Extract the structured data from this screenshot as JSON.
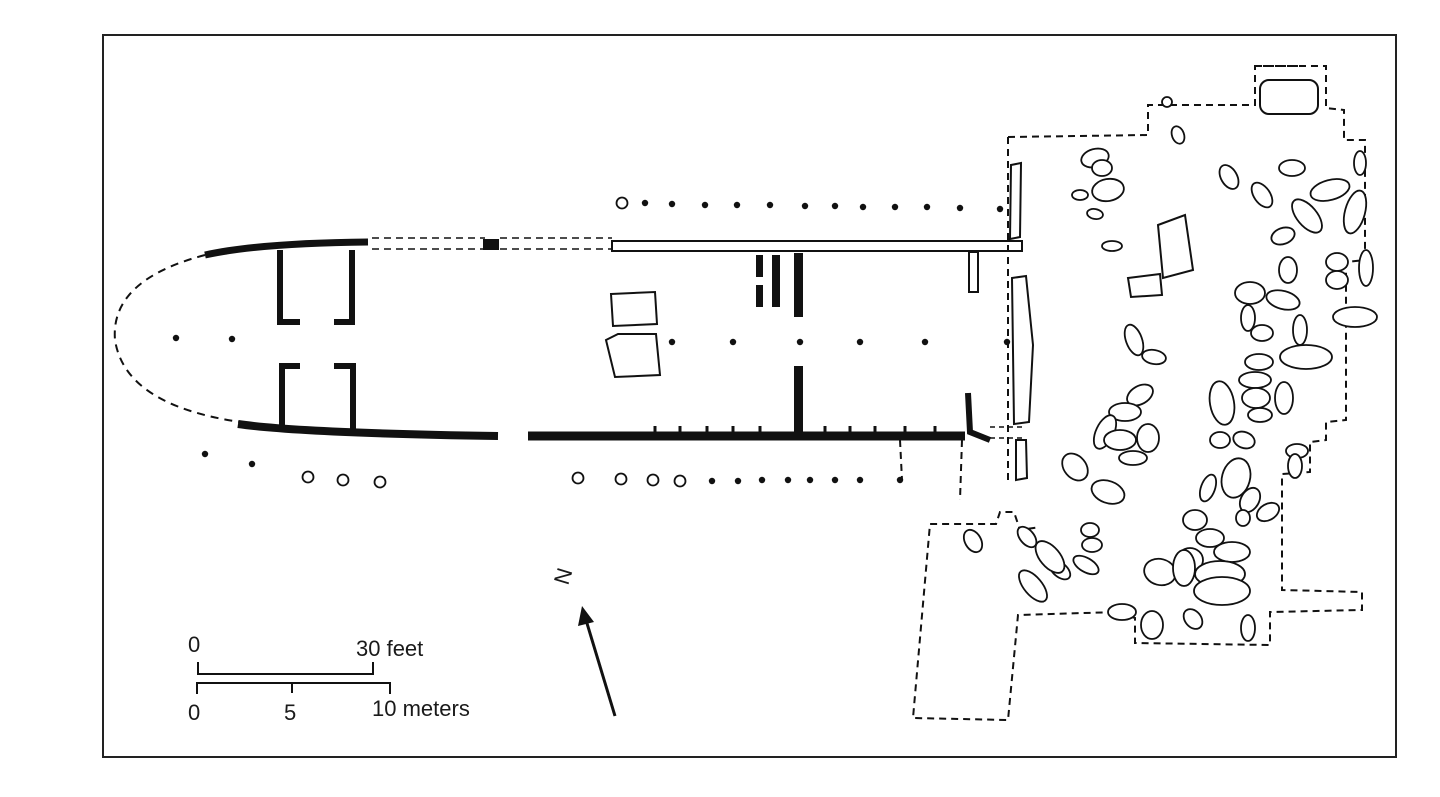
{
  "scale_feet": {
    "start": "0",
    "end": "30 feet"
  },
  "scale_meters": {
    "start": "0",
    "mid": "5",
    "end": "10 meters"
  },
  "north_label": "N",
  "colors": {
    "ink": "#111111",
    "background": "#ffffff"
  }
}
